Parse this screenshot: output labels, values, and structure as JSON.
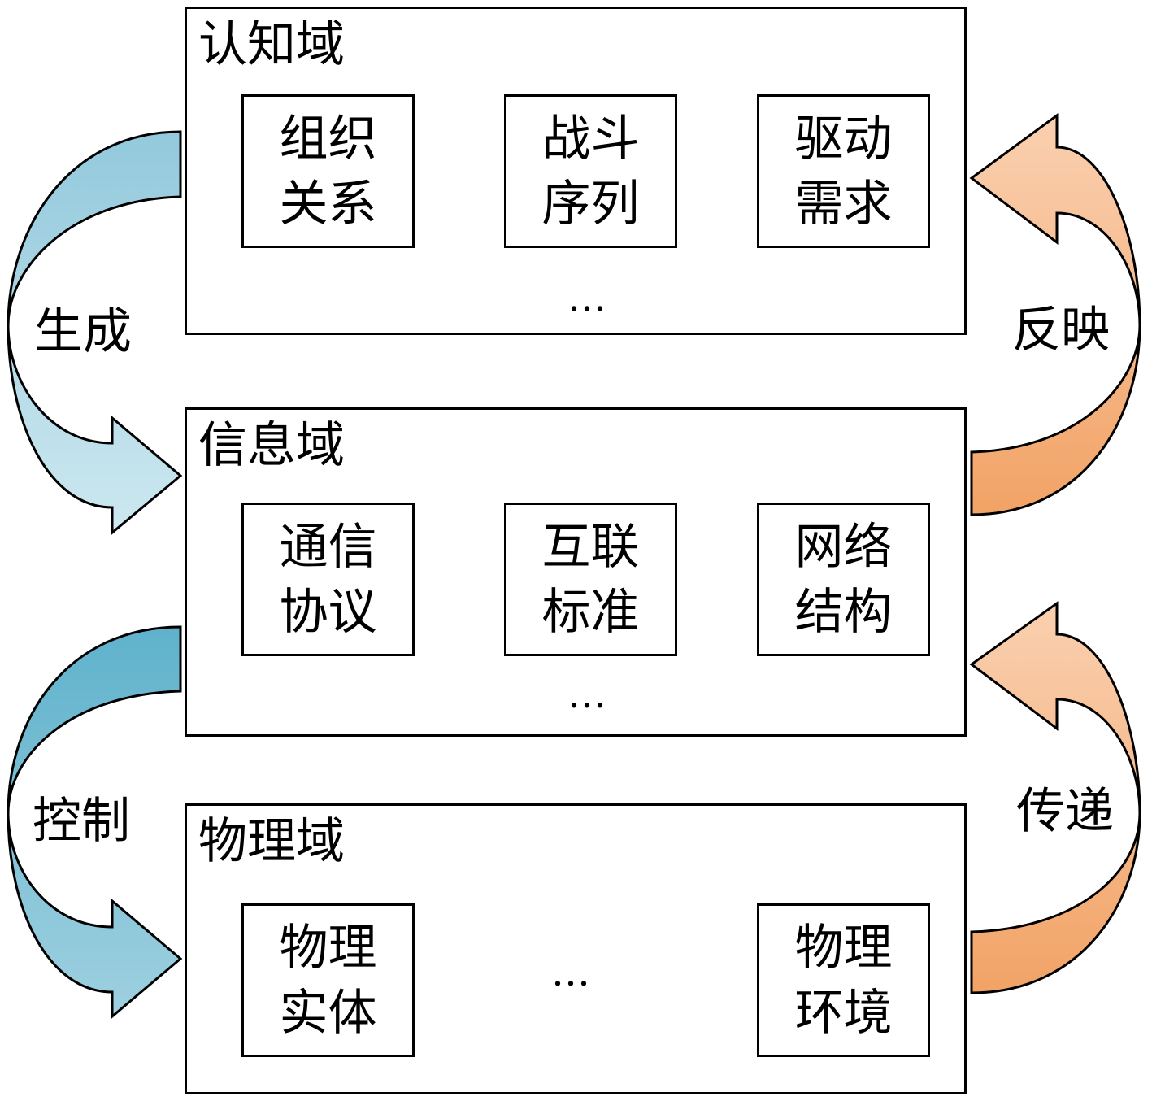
{
  "domains": {
    "cognitive": {
      "title": "认知域",
      "items": [
        {
          "line1": "组织",
          "line2": "关系"
        },
        {
          "line1": "战斗",
          "line2": "序列"
        },
        {
          "line1": "驱动",
          "line2": "需求"
        }
      ],
      "ellipsis": "…"
    },
    "information": {
      "title": "信息域",
      "items": [
        {
          "line1": "通信",
          "line2": "协议"
        },
        {
          "line1": "互联",
          "line2": "标准"
        },
        {
          "line1": "网络",
          "line2": "结构"
        }
      ],
      "ellipsis": "…"
    },
    "physical": {
      "title": "物理域",
      "items": [
        {
          "line1": "物理",
          "line2": "实体"
        },
        {
          "line1": "物理",
          "line2": "环境"
        }
      ],
      "ellipsis": "…"
    }
  },
  "arrows": {
    "generate": "生成",
    "control": "控制",
    "reflect": "反映",
    "transmit": "传递"
  },
  "colors": {
    "blue_light": "#b8dde9",
    "blue_mid": "#92c9dc",
    "blue_dark": "#5fb2cc",
    "orange_light": "#f8c7a1",
    "orange_dark": "#f2a366",
    "stroke": "#000000"
  }
}
